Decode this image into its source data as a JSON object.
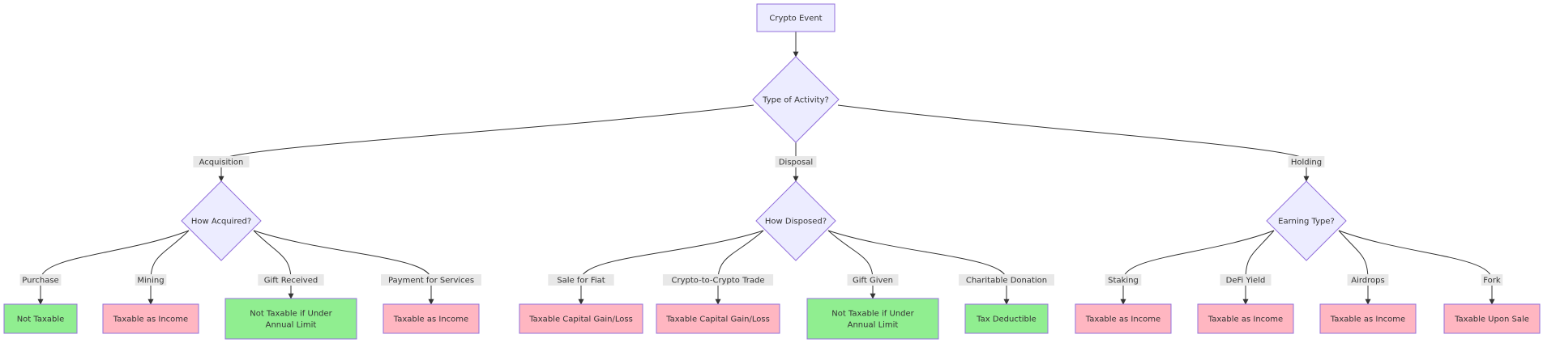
{
  "diagram": {
    "root": {
      "label": "Crypto Event"
    },
    "activity_decision": {
      "label": "Type of Activity?"
    },
    "branches": [
      {
        "edge_label": "Acquisition",
        "decision": "How Acquired?",
        "children": [
          {
            "edge_label": "Purchase",
            "outcome": [
              "Not Taxable"
            ],
            "status": "not-taxable"
          },
          {
            "edge_label": "Mining",
            "outcome": [
              "Taxable as Income"
            ],
            "status": "taxable"
          },
          {
            "edge_label": "Gift Received",
            "outcome": [
              "Not Taxable if Under",
              "Annual Limit"
            ],
            "status": "not-taxable"
          },
          {
            "edge_label": "Payment for Services",
            "outcome": [
              "Taxable as Income"
            ],
            "status": "taxable"
          }
        ]
      },
      {
        "edge_label": "Disposal",
        "decision": "How Disposed?",
        "children": [
          {
            "edge_label": "Sale for Fiat",
            "outcome": [
              "Taxable Capital Gain/Loss"
            ],
            "status": "taxable"
          },
          {
            "edge_label": "Crypto-to-Crypto Trade",
            "outcome": [
              "Taxable Capital Gain/Loss"
            ],
            "status": "taxable"
          },
          {
            "edge_label": "Gift Given",
            "outcome": [
              "Not Taxable if Under",
              "Annual Limit"
            ],
            "status": "not-taxable"
          },
          {
            "edge_label": "Charitable Donation",
            "outcome": [
              "Tax Deductible"
            ],
            "status": "not-taxable"
          }
        ]
      },
      {
        "edge_label": "Holding",
        "decision": "Earning Type?",
        "children": [
          {
            "edge_label": "Staking",
            "outcome": [
              "Taxable as Income"
            ],
            "status": "taxable"
          },
          {
            "edge_label": "DeFi Yield",
            "outcome": [
              "Taxable as Income"
            ],
            "status": "taxable"
          },
          {
            "edge_label": "Airdrops",
            "outcome": [
              "Taxable as Income"
            ],
            "status": "taxable"
          },
          {
            "edge_label": "Fork",
            "outcome": [
              "Taxable Upon Sale"
            ],
            "status": "taxable"
          }
        ]
      }
    ]
  },
  "colors": {
    "node_fill": "#ECECFF",
    "node_stroke": "#9370DB",
    "not_taxable_fill": "#90EE90",
    "taxable_fill": "#FFB6C1",
    "edge_stroke": "#333333",
    "edge_label_bg": "#e8e8e8"
  }
}
